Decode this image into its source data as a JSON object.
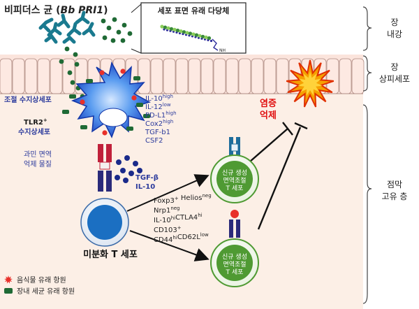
{
  "title": {
    "prefix": "비피더스 균 (",
    "italic": "Bb PRI1",
    "suffix": ")"
  },
  "inset": {
    "title": "세포 표면 유래 다당체"
  },
  "layers": {
    "lumen": [
      "장",
      "내강"
    ],
    "epithelium": [
      "장",
      "상피세포"
    ],
    "mucosa": [
      "점막",
      "고유 층"
    ]
  },
  "inflammation": [
    "염증",
    "억제"
  ],
  "dendritic_cell": {
    "label": "조절 수지상세포",
    "tlr2_label": [
      "TLR2⁺",
      "수지상세포"
    ],
    "allergy_label": [
      "과민 면역",
      "억제 물질"
    ],
    "cytokines": [
      {
        "base": "IL-10",
        "sup": "high"
      },
      {
        "base": "IL-12",
        "sup": "low"
      },
      {
        "base": "PD-L1",
        "sup": "high"
      },
      {
        "base": "Cox2",
        "sup": "high"
      },
      {
        "base": "TGF-b1",
        "sup": ""
      },
      {
        "base": "CSF2",
        "sup": ""
      }
    ],
    "secreted": [
      "TGF-β",
      "IL-10"
    ]
  },
  "naive_t_cell": {
    "label": "미분화 T 세포"
  },
  "treg_cells": [
    {
      "lines": [
        "신규 생성",
        "면역조절",
        "T 세포"
      ]
    },
    {
      "lines": [
        "신규 생성",
        "면역조절",
        "T 세포"
      ]
    }
  ],
  "markers": [
    {
      "parts": [
        {
          "t": "Foxp3",
          "s": "+"
        },
        {
          "t": " Helios",
          "s": "neg"
        }
      ]
    },
    {
      "parts": [
        {
          "t": "Nrp1",
          "s": "neg"
        }
      ]
    },
    {
      "parts": [
        {
          "t": "IL-10",
          "s": "hi"
        },
        {
          "t": "CTLA4",
          "s": "hi"
        }
      ]
    },
    {
      "parts": [
        {
          "t": "CD103",
          "s": "+"
        }
      ]
    },
    {
      "parts": [
        {
          "t": "CD44",
          "s": "hi"
        },
        {
          "t": "CD62L",
          "s": "low"
        }
      ]
    }
  ],
  "legend": [
    {
      "label": "음식물 유래 항원",
      "color": "#e8302a"
    },
    {
      "label": "장내 세균 유래 항원",
      "color": "#1f6a35"
    }
  ],
  "colors": {
    "mucosa_bg": "#fcefe6",
    "cell_blue": "#1b6fc2",
    "treg_fill": "#4f9a33",
    "bacteria": "#1a7a8f",
    "antigen_green": "#1f6a35",
    "antigen_red": "#e8302a",
    "text_blue": "#2b3a9c",
    "alert_red": "#e01010"
  }
}
